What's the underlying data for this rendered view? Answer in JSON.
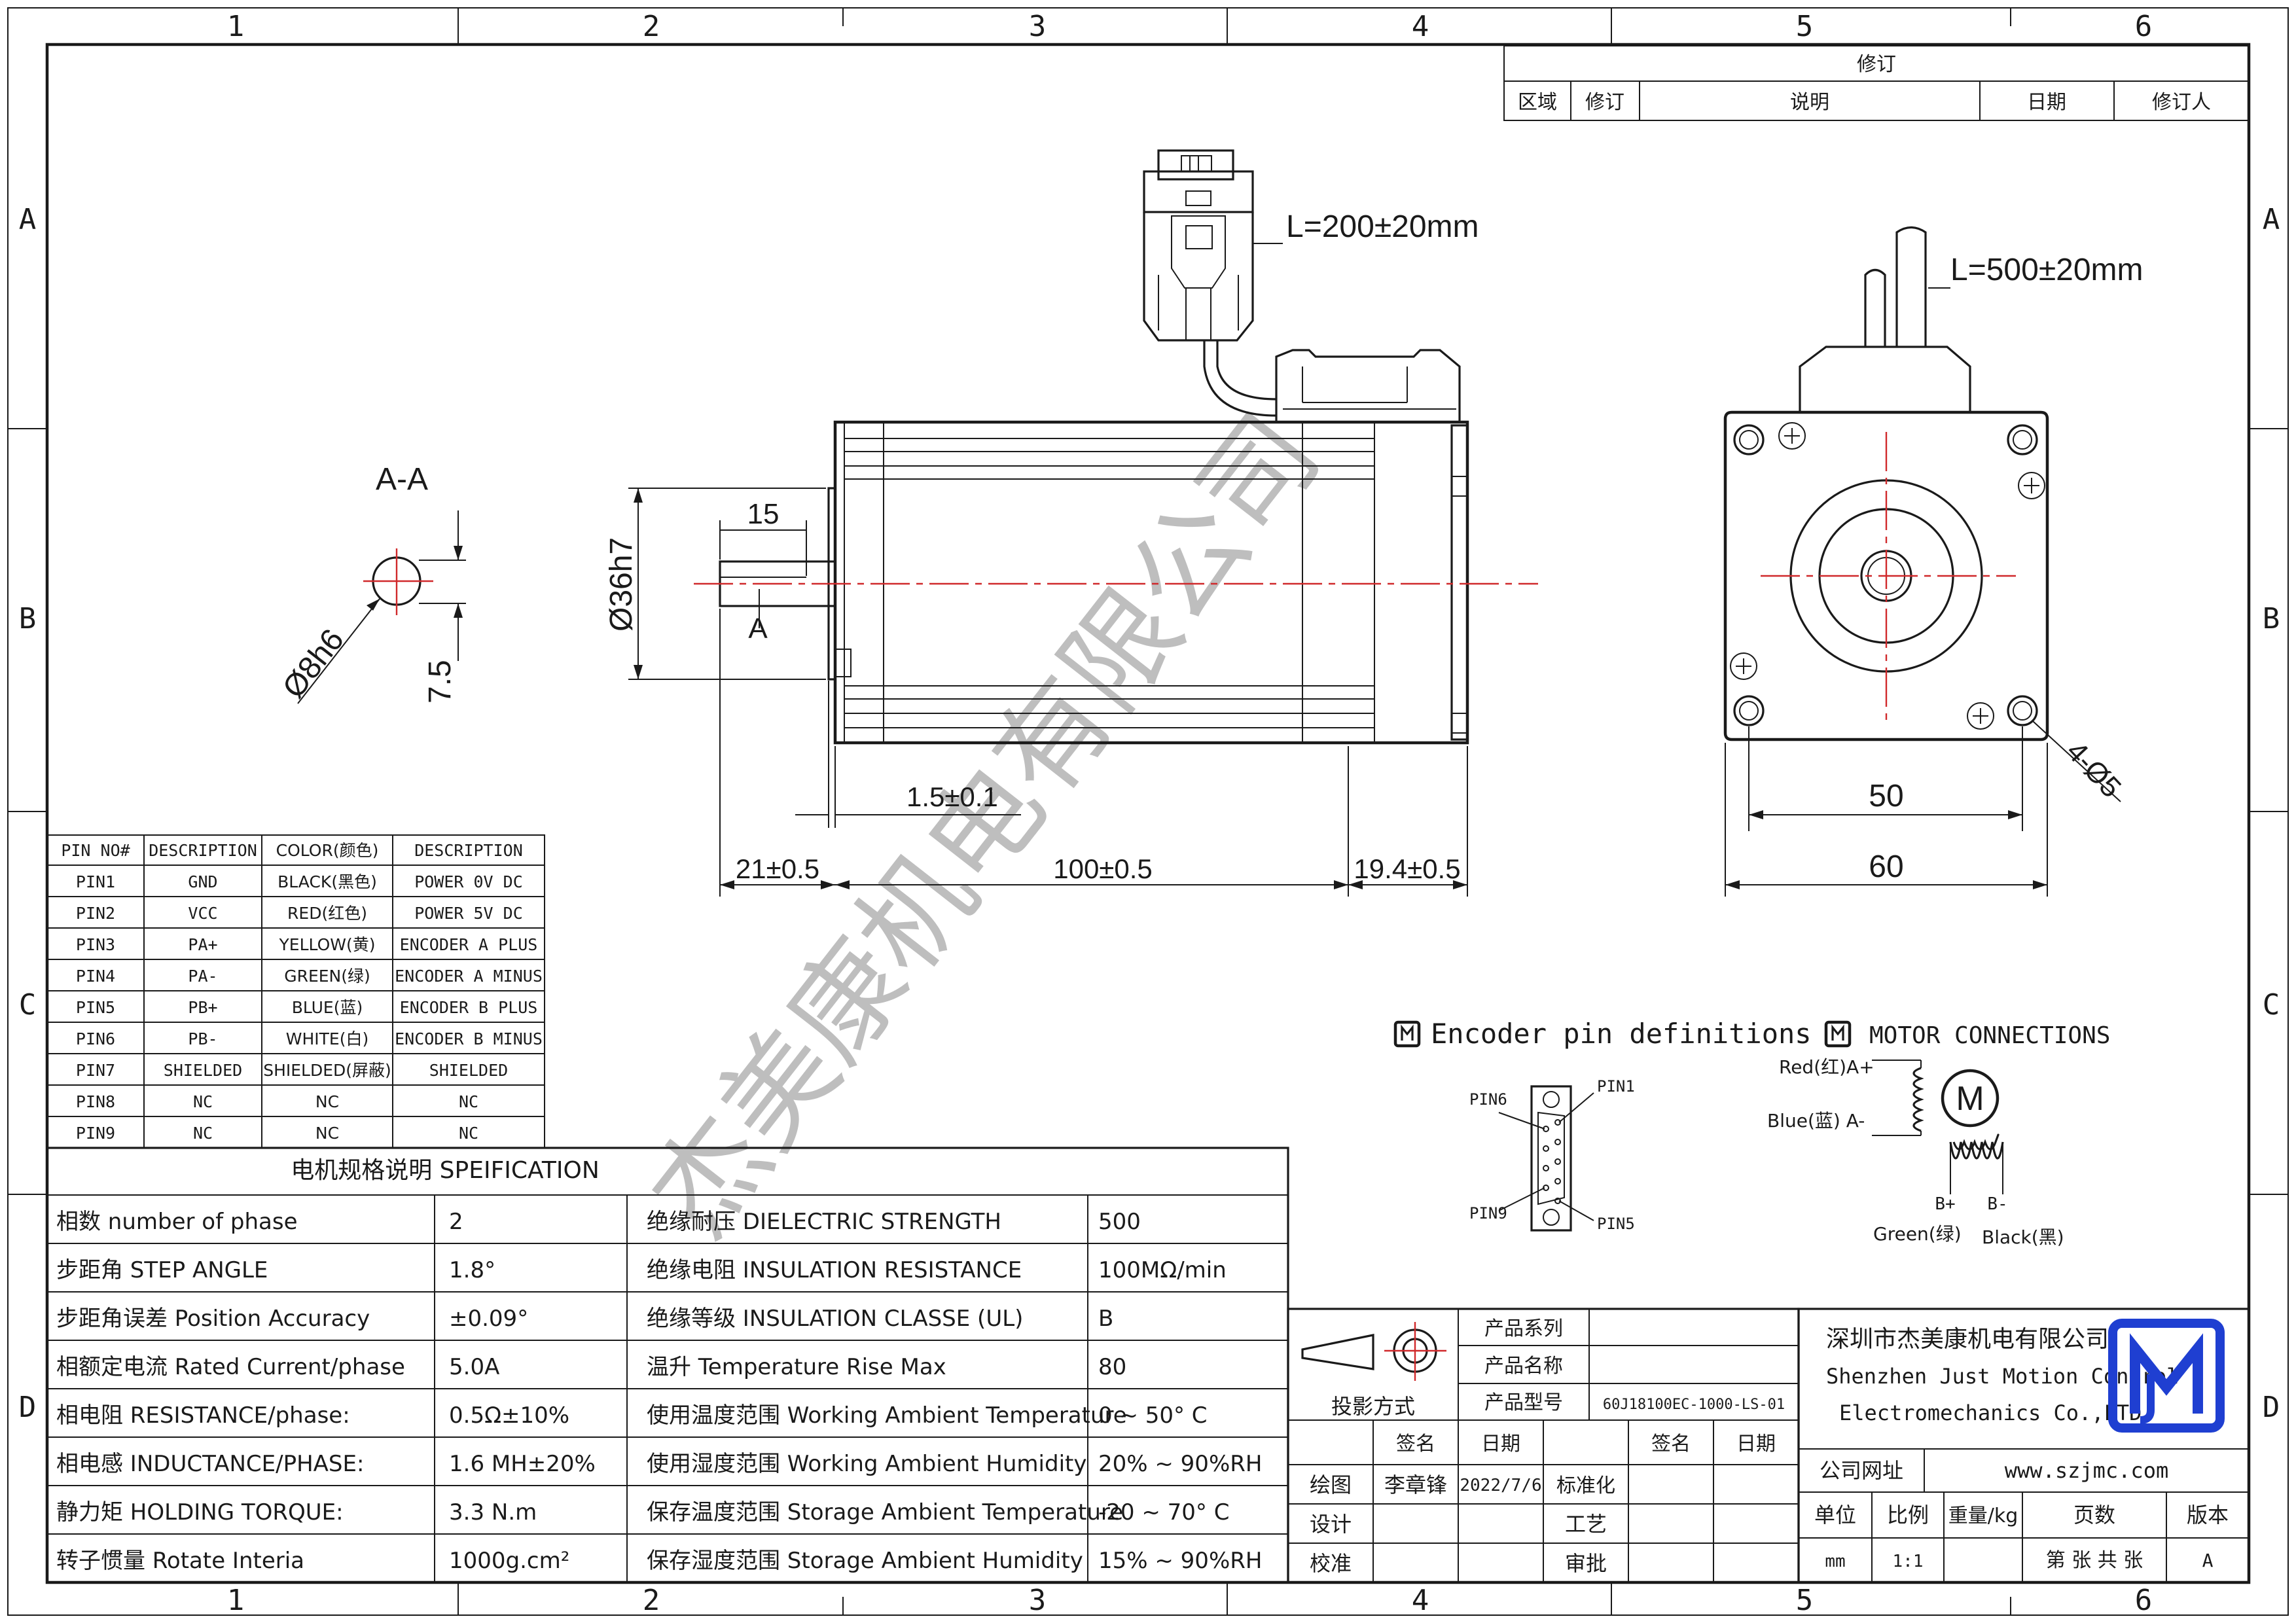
{
  "frame": {
    "col_labels": [
      "1",
      "2",
      "3",
      "4",
      "5",
      "6"
    ],
    "row_labels": [
      "A",
      "B",
      "C",
      "D"
    ]
  },
  "revision": {
    "title": "修订",
    "headers": [
      "区域",
      "修订",
      "说明",
      "日期",
      "修订人"
    ]
  },
  "watermark": "杰美康机电有限公司",
  "section": {
    "title": "A-A",
    "shaft_dia": "Ø8h6",
    "flat": "7.5"
  },
  "dims": {
    "connector_cable": "L=200±20mm",
    "motor_cable": "L=500±20mm",
    "pilot_dia": "Ø36h7",
    "shaft_flat_len": "15",
    "section_mark": "A",
    "pilot_depth": "1.5±0.1",
    "shaft_len": "21±0.5",
    "body_len": "100±0.5",
    "encoder_len": "19.4±0.5",
    "hole_pitch": "50",
    "flange": "60",
    "holes": "4-Ø5"
  },
  "pin_table": {
    "headers": [
      "PIN NO#",
      "DESCRIPTION",
      "COLOR(颜色)",
      "DESCRIPTION"
    ],
    "rows": [
      [
        "PIN1",
        "GND",
        "BLACK(黑色)",
        "POWER 0V DC"
      ],
      [
        "PIN2",
        "VCC",
        "RED(红色)",
        "POWER 5V DC"
      ],
      [
        "PIN3",
        "PA+",
        "YELLOW(黄)",
        "ENCODER A PLUS"
      ],
      [
        "PIN4",
        "PA-",
        "GREEN(绿)",
        "ENCODER A MINUS"
      ],
      [
        "PIN5",
        "PB+",
        "BLUE(蓝)",
        "ENCODER B PLUS"
      ],
      [
        "PIN6",
        "PB-",
        "WHITE(白)",
        "ENCODER B MINUS"
      ],
      [
        "PIN7",
        "SHIELDED",
        "SHIELDED(屏蔽)",
        "SHIELDED"
      ],
      [
        "PIN8",
        "NC",
        "NC",
        "NC"
      ],
      [
        "PIN9",
        "NC",
        "NC",
        "NC"
      ]
    ]
  },
  "spec": {
    "title": "电机规格说明 SPEIFICATION",
    "rows": [
      [
        "相数 number of phase",
        "2",
        "绝缘耐压 DIELECTRIC STRENGTH",
        "500"
      ],
      [
        "步距角 STEP ANGLE",
        "1.8°",
        "绝缘电阻 INSULATION RESISTANCE",
        "100MΩ/min"
      ],
      [
        "步距角误差 Position Accuracy",
        "±0.09°",
        "绝缘等级 INSULATION CLASSE (UL)",
        "B"
      ],
      [
        "相额定电流 Rated Current/phase",
        "5.0A",
        "温升 Temperature Rise Max",
        "80"
      ],
      [
        "相电阻 RESISTANCE/phase:",
        "0.5Ω±10%",
        "使用温度范围 Working Ambient Temperature",
        "0 ~ 50° C"
      ],
      [
        "相电感 INDUCTANCE/PHASE:",
        "1.6 MH±20%",
        "使用湿度范围 Working Ambient Humidity",
        "20% ~ 90%RH"
      ],
      [
        "静力矩 HOLDING TORQUE:",
        "3.3 N.m",
        "保存温度范围 Storage Ambient Temperature",
        "-20 ~ 70° C"
      ],
      [
        "转子惯量 Rotate Interia",
        "1000g.cm²",
        "保存湿度范围 Storage Ambient Humidity",
        "15% ~ 90%RH"
      ]
    ]
  },
  "encoder": {
    "title": "Encoder pin definitions",
    "pin6": "PIN6",
    "pin1": "PIN1",
    "pin9": "PIN9",
    "pin5": "PIN5"
  },
  "motor_conn": {
    "title": "MOTOR CONNECTIONS",
    "a_plus": "Red(红)A+",
    "a_minus": "Blue(蓝) A-",
    "b_plus": "B+",
    "b_minus": "B-",
    "green": "Green(绿)",
    "black": "Black(黑)",
    "motor": "M"
  },
  "title_block": {
    "product_series": "产品系列",
    "product_name": "产品名称",
    "product_model": "产品型号",
    "model_value": "60J18100EC-1000-LS-01",
    "projection": "投影方式",
    "sign": "签名",
    "date": "日期",
    "sign2": "签名",
    "date2": "日期",
    "draw": "绘图",
    "drawer": "李章锋",
    "draw_date": "2022/7/6",
    "standard": "标准化",
    "design": "设计",
    "process": "工艺",
    "check": "校准",
    "approve": "审批",
    "company_cn": "深圳市杰美康机电有限公司",
    "company_en1": "Shenzhen Just Motion Control",
    "company_en2": "Electromechanics Co.,LTD",
    "website_label": "公司网址",
    "website": "www.szjmc.com",
    "unit": "单位",
    "scale": "比例",
    "weight": "重量/kg",
    "pages": "页数",
    "version": "版本",
    "unit_value": "mm",
    "scale_value": "1:1",
    "pages_value": "第 张 共 张",
    "version_value": "A"
  },
  "colors": {
    "line": "#1a1a1a",
    "centerline": "#d0292b",
    "logo": "#1f3fd1"
  }
}
